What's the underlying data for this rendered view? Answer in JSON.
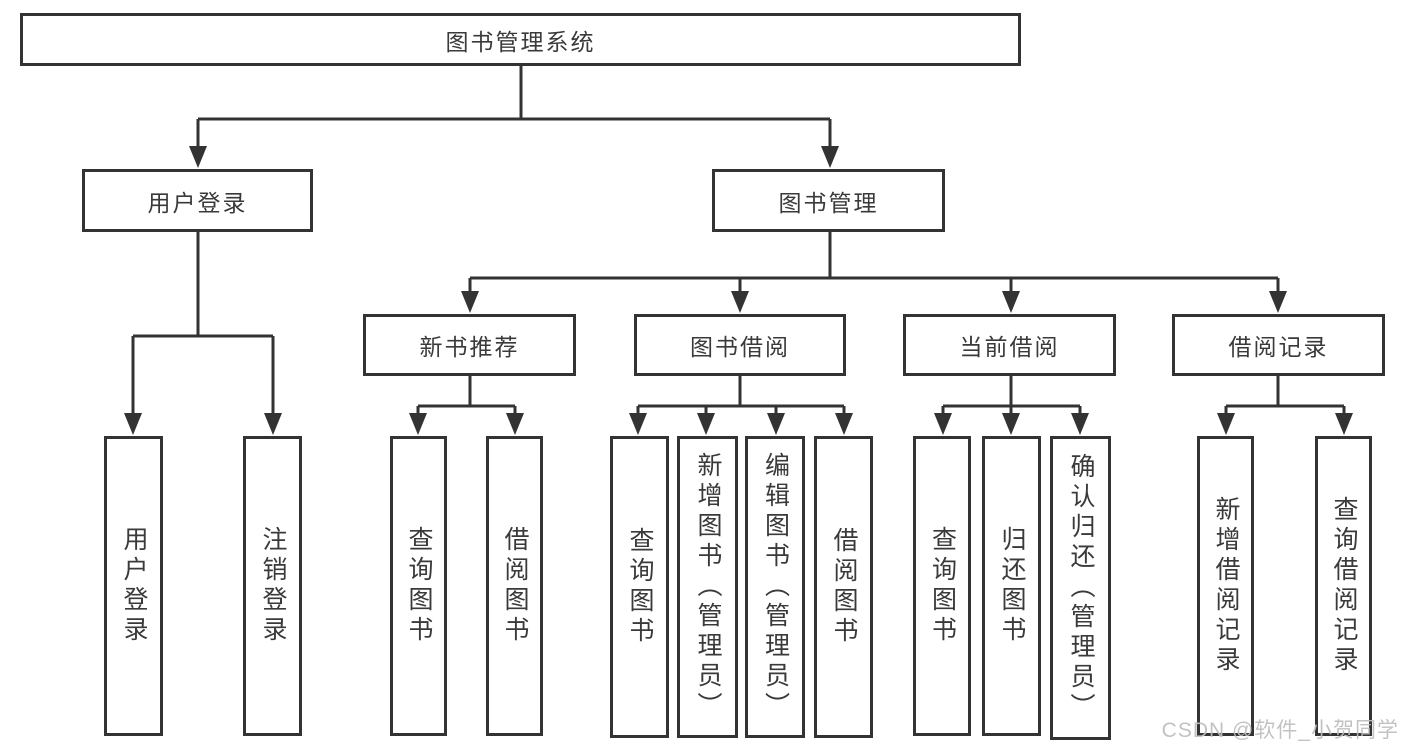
{
  "title": "图书管理系统",
  "tree": {
    "label": "图书管理系统",
    "children": [
      {
        "label": "用户登录",
        "children": [
          {
            "label": "用户登录"
          },
          {
            "label": "注销登录"
          }
        ]
      },
      {
        "label": "图书管理",
        "children": [
          {
            "label": "新书推荐",
            "children": [
              {
                "label": "查询图书"
              },
              {
                "label": "借阅图书"
              }
            ]
          },
          {
            "label": "图书借阅",
            "children": [
              {
                "label": "查询图书"
              },
              {
                "label": "新增图书（管理员）"
              },
              {
                "label": "编辑图书（管理员）"
              },
              {
                "label": "借阅图书"
              }
            ]
          },
          {
            "label": "当前借阅",
            "children": [
              {
                "label": "查询图书"
              },
              {
                "label": "归还图书"
              },
              {
                "label": "确认归还（管理员）"
              }
            ]
          },
          {
            "label": "借阅记录",
            "children": [
              {
                "label": "新增借阅记录"
              },
              {
                "label": "查询借阅记录"
              }
            ]
          }
        ]
      }
    ]
  },
  "watermark": "CSDN @软件_小贺同学",
  "colors": {
    "line": "#333333",
    "text": "#3a3a3a",
    "watermark": "#bdbdbd",
    "background": "#ffffff"
  }
}
